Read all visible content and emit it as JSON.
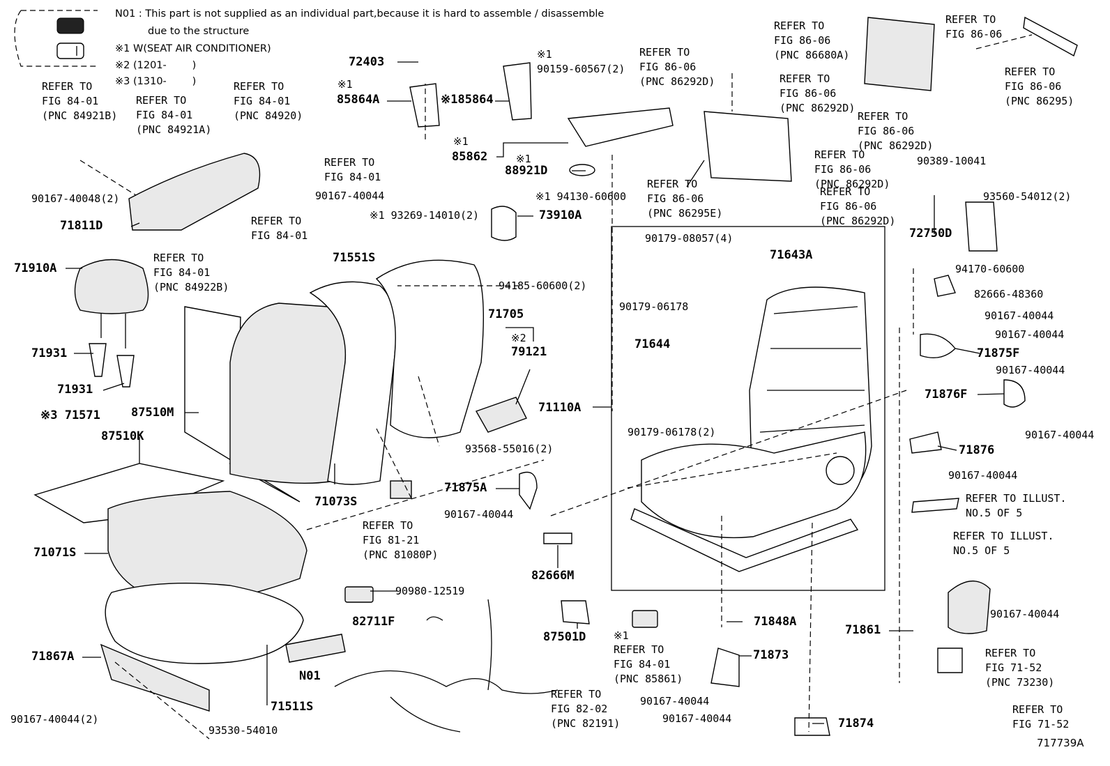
{
  "legend": {
    "note_n01_line1": "N01 : This part is not supplied as an individual part,because it is hard to assemble / disassemble",
    "note_n01_line2": "due to the structure",
    "note_x1": "※1 W(SEAT AIR CONDITIONER)",
    "note_x2": "※2 (1201-        )",
    "note_x3": "※3 (1310-        )"
  },
  "labels": [
    {
      "id": "l72403",
      "text": "72403",
      "bold": true
    },
    {
      "id": "lx1a",
      "text": "※1"
    },
    {
      "id": "l85864A",
      "text": "85864A",
      "bold": true
    },
    {
      "id": "l85864",
      "text": "※185864",
      "bold": true
    },
    {
      "id": "lx1b",
      "text": "※1"
    },
    {
      "id": "l90159",
      "text": "90159-60567(2)"
    },
    {
      "id": "lx1c",
      "text": "※1"
    },
    {
      "id": "l85862",
      "text": "85862",
      "bold": true
    },
    {
      "id": "lx1d",
      "text": "※1"
    },
    {
      "id": "l88921D",
      "text": "88921D",
      "bold": true
    },
    {
      "id": "l94130",
      "text": "※1 94130-60600"
    },
    {
      "id": "l93269",
      "text": "※1 93269-14010(2)"
    },
    {
      "id": "l73910A",
      "text": "73910A",
      "bold": true
    },
    {
      "id": "l94185",
      "text": "94185-60600(2)"
    },
    {
      "id": "r84921B",
      "text": "REFER TO\nFIG 84-01\n(PNC 84921B)"
    },
    {
      "id": "r84921A",
      "text": "REFER TO\nFIG 84-01\n(PNC 84921A)"
    },
    {
      "id": "r84920",
      "text": "REFER TO\nFIG 84-01\n(PNC 84920)"
    },
    {
      "id": "r8401a",
      "text": "REFER TO\nFIG 84-01"
    },
    {
      "id": "l9016740048",
      "text": "90167-40048(2)"
    },
    {
      "id": "l90167a",
      "text": "90167-40044"
    },
    {
      "id": "l71811D",
      "text": "71811D",
      "bold": true
    },
    {
      "id": "r8401b",
      "text": "REFER TO\nFIG 84-01"
    },
    {
      "id": "r84922B",
      "text": "REFER TO\nFIG 84-01\n(PNC 84922B)"
    },
    {
      "id": "l71910A",
      "text": "71910A",
      "bold": true
    },
    {
      "id": "l71931a",
      "text": "71931",
      "bold": true
    },
    {
      "id": "l71931b",
      "text": "71931",
      "bold": true
    },
    {
      "id": "l71571",
      "text": "※3 71571",
      "bold": true
    },
    {
      "id": "l87510M",
      "text": "87510M",
      "bold": true
    },
    {
      "id": "l87510K",
      "text": "87510K",
      "bold": true
    },
    {
      "id": "l71551S",
      "text": "71551S",
      "bold": true
    },
    {
      "id": "l71705",
      "text": "71705",
      "bold": true
    },
    {
      "id": "lx2",
      "text": "※2"
    },
    {
      "id": "l79121",
      "text": "79121",
      "bold": true
    },
    {
      "id": "l93568",
      "text": "93568-55016(2)"
    },
    {
      "id": "l71073S",
      "text": "71073S",
      "bold": true
    },
    {
      "id": "r81080P",
      "text": "REFER TO\nFIG 81-21\n(PNC 81080P)"
    },
    {
      "id": "l71875A",
      "text": "71875A",
      "bold": true
    },
    {
      "id": "l90167b",
      "text": "90167-40044"
    },
    {
      "id": "l82666M",
      "text": "82666M",
      "bold": true
    },
    {
      "id": "l71071S",
      "text": "71071S",
      "bold": true
    },
    {
      "id": "l90980",
      "text": "90980-12519"
    },
    {
      "id": "l82711F",
      "text": "82711F",
      "bold": true
    },
    {
      "id": "l87501D",
      "text": "87501D",
      "bold": true
    },
    {
      "id": "l71867A",
      "text": "71867A",
      "bold": true
    },
    {
      "id": "lN01",
      "text": "N01",
      "bold": true
    },
    {
      "id": "l71511S",
      "text": "71511S",
      "bold": true
    },
    {
      "id": "l90167c",
      "text": "90167-40044(2)"
    },
    {
      "id": "l93530",
      "text": "93530-54010"
    },
    {
      "id": "r82191",
      "text": "REFER TO\nFIG 82-02\n(PNC 82191)"
    },
    {
      "id": "r86292Da",
      "text": "REFER TO\nFIG 86-06\n(PNC 86292D)"
    },
    {
      "id": "r86680A",
      "text": "REFER TO\nFIG 86-06\n(PNC 86680A)"
    },
    {
      "id": "r86292Db",
      "text": "REFER TO\nFIG 86-06\n(PNC 86292D)"
    },
    {
      "id": "r86292Dc",
      "text": "REFER TO\nFIG 86-06\n(PNC 86292D)"
    },
    {
      "id": "r86292Dd",
      "text": "REFER TO\nFIG 86-06\n(PNC 86292D)"
    },
    {
      "id": "r86292De",
      "text": "REFER TO\nFIG 86-06\n(PNC 86292D)"
    },
    {
      "id": "r86295E",
      "text": "REFER TO\nFIG 86-06\n(PNC 86295E)"
    },
    {
      "id": "r86295a",
      "text": "REFER TO\nFIG 86-06"
    },
    {
      "id": "r86295b",
      "text": "REFER TO\nFIG 86-06\n(PNC 86295)"
    },
    {
      "id": "l90389",
      "text": "90389-10041"
    },
    {
      "id": "l93560",
      "text": "93560-54012(2)"
    },
    {
      "id": "l72750D",
      "text": "72750D",
      "bold": true
    },
    {
      "id": "l90179a",
      "text": "90179-08057(4)"
    },
    {
      "id": "l71643A",
      "text": "71643A",
      "bold": true
    },
    {
      "id": "l90179b",
      "text": "90179-06178"
    },
    {
      "id": "l71644",
      "text": "71644",
      "bold": true
    },
    {
      "id": "l71110A",
      "text": "71110A",
      "bold": true
    },
    {
      "id": "l90179c",
      "text": "90179-06178(2)"
    },
    {
      "id": "l94170",
      "text": "94170-60600"
    },
    {
      "id": "l82666",
      "text": "82666-48360"
    },
    {
      "id": "l90167d",
      "text": "90167-40044"
    },
    {
      "id": "l90167e",
      "text": "90167-40044"
    },
    {
      "id": "l71875F",
      "text": "71875F",
      "bold": true
    },
    {
      "id": "l90167f",
      "text": "90167-40044"
    },
    {
      "id": "l71876F",
      "text": "71876F",
      "bold": true
    },
    {
      "id": "l90167g",
      "text": "90167-40044"
    },
    {
      "id": "l71876",
      "text": "71876",
      "bold": true
    },
    {
      "id": "l90167h",
      "text": "90167-40044"
    },
    {
      "id": "rIllust1",
      "text": "REFER TO ILLUST.\nNO.5 OF 5"
    },
    {
      "id": "rIllust2",
      "text": "REFER TO ILLUST.\nNO.5 OF 5"
    },
    {
      "id": "l90167i",
      "text": "90167-40044"
    },
    {
      "id": "l71861",
      "text": "71861",
      "bold": true
    },
    {
      "id": "r73230",
      "text": "REFER TO\nFIG 71-52\n(PNC 73230)"
    },
    {
      "id": "r7152",
      "text": "REFER TO\nFIG 71-52"
    },
    {
      "id": "lx1e",
      "text": "※1"
    },
    {
      "id": "r85861",
      "text": "REFER TO\nFIG 84-01\n(PNC 85861)"
    },
    {
      "id": "l71848A",
      "text": "71848A",
      "bold": true
    },
    {
      "id": "l71873",
      "text": "71873",
      "bold": true
    },
    {
      "id": "l90167j",
      "text": "90167-40044"
    },
    {
      "id": "l90167k",
      "text": "90167-40044"
    },
    {
      "id": "l71874",
      "text": "71874",
      "bold": true
    },
    {
      "id": "lcode",
      "text": "717739A"
    }
  ]
}
